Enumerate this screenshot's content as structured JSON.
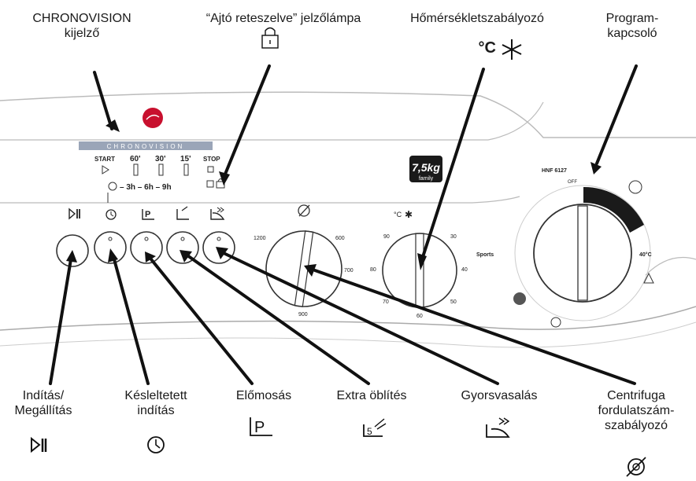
{
  "callouts": {
    "chronovision": {
      "line1": "CHRONOVISION",
      "line2": "kijelző"
    },
    "door_lock": {
      "text": "“Ajtó reteszelve” jelzőlámpa"
    },
    "temp_control": {
      "text": "Hőmérsékletszabályozó",
      "unit": "°C"
    },
    "program_switch": {
      "line1": "Program-",
      "line2": "kapcsoló"
    },
    "start_pause": {
      "line1": "Indítás/",
      "line2": "Megállítás"
    },
    "delayed_start": {
      "line1": "Késleltetett",
      "line2": "indítás"
    },
    "prewash": {
      "text": "Előmosás"
    },
    "extra_rinse": {
      "text": "Extra öblítés"
    },
    "quick_iron": {
      "text": "Gyorsvasalás"
    },
    "spin_control": {
      "line1": "Centrifuga",
      "line2": "fordulatszám-",
      "line3": "szabályozó"
    }
  },
  "panel": {
    "chrono_bar": "CHRONOVISION",
    "timeline": {
      "start": "START",
      "t60": "60'",
      "t30": "30'",
      "t15": "15'",
      "stop": "STOP"
    },
    "delay": {
      "text": "– 3h – 6h – 9h"
    },
    "capacity_badge": {
      "value": "7,5kg",
      "sub": "family"
    },
    "model": "HNF 6127",
    "off": "OFF",
    "spin_dial": {
      "t1200": "1200",
      "t600": "600",
      "t700": "700",
      "t900": "900"
    },
    "temp_dial": {
      "unit": "°C",
      "t90": "90",
      "t30": "30",
      "t80": "80",
      "t40": "40",
      "t70": "70",
      "t50": "50",
      "t60": "60"
    },
    "program_dial": {
      "sports": "Sports",
      "aa40": "40°C"
    }
  }
}
